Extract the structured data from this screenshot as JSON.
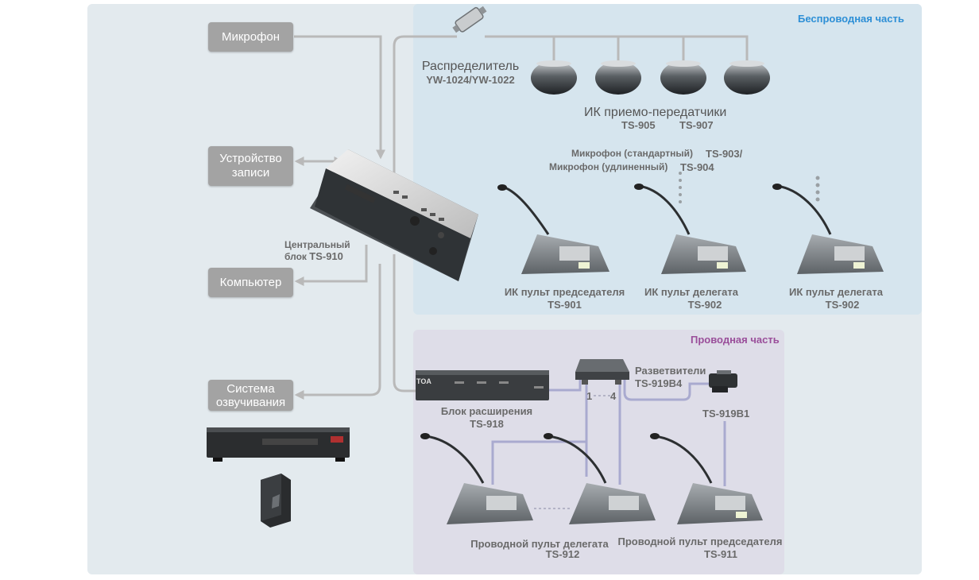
{
  "sections": {
    "wireless_title": "Беспроводная часть",
    "wired_title": "Проводная часть"
  },
  "boxes": {
    "microphone": "Микрофон",
    "recorder_line1": "Устройство",
    "recorder_line2": "записи",
    "computer": "Компьютер",
    "sound_line1": "Система",
    "sound_line2": "озвучивания"
  },
  "labels": {
    "distributor_name": "Распределитель",
    "distributor_model": "YW-1024/YW-1022",
    "ir_transceivers_name": "ИК приемо-передатчики",
    "ir_transceiver_model_1": "TS-905",
    "ir_transceiver_model_2": "TS-907",
    "mic_standard": "Микрофон (стандартный)",
    "mic_standard_model": "TS-903/",
    "mic_long": "Микрофон (удлиненный)",
    "mic_long_model": "TS-904",
    "central_line1": "Центральный",
    "central_line2_a": "блок",
    "central_line2_b": "TS-910",
    "ir_chair_name": "ИК пульт председателя",
    "ir_chair_model": "TS-901",
    "ir_delegate1_name": "ИК пульт делегата",
    "ir_delegate1_model": "TS-902",
    "ir_delegate2_name": "ИК пульт делегата",
    "ir_delegate2_model": "TS-902",
    "splitters_name": "Разветвители",
    "splitters_model": "TS-919B4",
    "splitter_b1_model": "TS-919B1",
    "port_first": "1",
    "port_last": "4",
    "expansion_name": "Блок расширения",
    "expansion_model": "TS-918",
    "wired_delegate_name": "Проводной пульт делегата",
    "wired_delegate_model": "TS-912",
    "wired_chair_name": "Проводной пульт председателя",
    "wired_chair_model": "TS-911",
    "brand_text": "TOA"
  },
  "colors": {
    "background_panel": "#e3eaee",
    "wireless_panel": "#d6e5ee",
    "wired_panel": "#dedde8",
    "wireless_title": "#2d8fd6",
    "wired_title": "#9a4e9a",
    "connector_gray": "#b9b9b9",
    "connector_wired": "#a9aacf",
    "box_gray": "#a3a3a3"
  }
}
